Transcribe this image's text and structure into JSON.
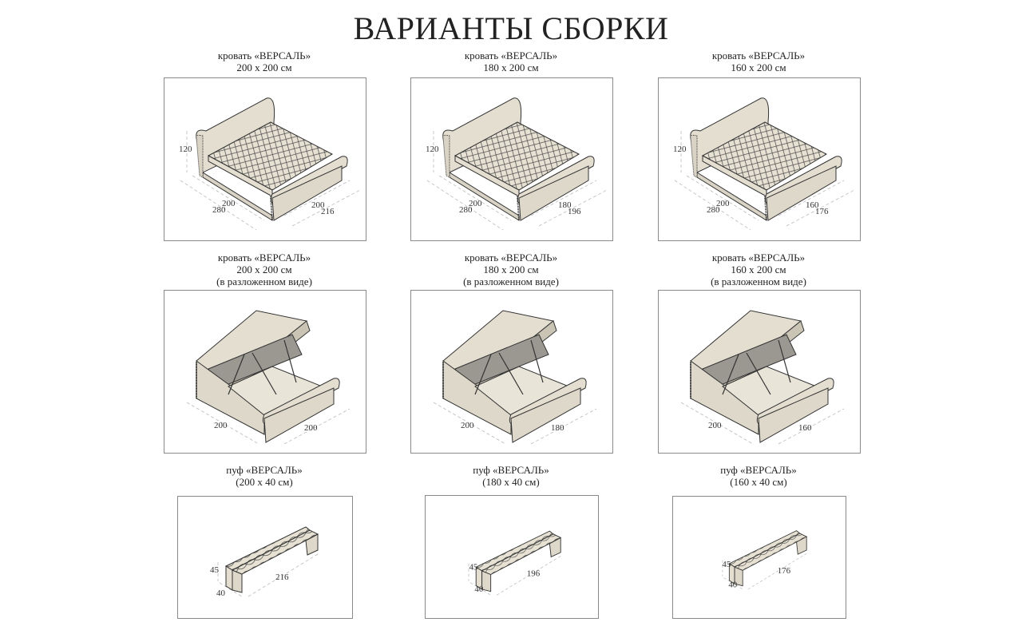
{
  "title": "ВАРИАНТЫ СБОРКИ",
  "beds": [
    {
      "name": "кровать «ВЕРСАЛЬ»",
      "size": "200 х 200 см",
      "height": "120",
      "length_inner": "200",
      "length_outer": "280",
      "width_inner": "200",
      "width_outer": "216"
    },
    {
      "name": "кровать «ВЕРСАЛЬ»",
      "size": "180 х 200 см",
      "height": "120",
      "length_inner": "200",
      "length_outer": "280",
      "width_inner": "180",
      "width_outer": "196"
    },
    {
      "name": "кровать «ВЕРСАЛЬ»",
      "size": "160 х 200 см",
      "height": "120",
      "length_inner": "200",
      "length_outer": "280",
      "width_inner": "160",
      "width_outer": "176"
    }
  ],
  "beds_open": [
    {
      "name": "кровать «ВЕРСАЛЬ»",
      "size": "200 х 200 см",
      "note": "(в разложенном виде)",
      "length": "200",
      "width": "200"
    },
    {
      "name": "кровать «ВЕРСАЛЬ»",
      "size": "180 х 200 см",
      "note": "(в разложенном виде)",
      "length": "200",
      "width": "180"
    },
    {
      "name": "кровать «ВЕРСАЛЬ»",
      "size": "160 х 200 см",
      "note": "(в разложенном виде)",
      "length": "200",
      "width": "160"
    }
  ],
  "poufs": [
    {
      "name": "пуф «ВЕРСАЛЬ»",
      "size": "(200 х 40 см)",
      "height": "45",
      "depth": "40",
      "length": "216"
    },
    {
      "name": "пуф «ВЕРСАЛЬ»",
      "size": "(180 х 40 см)",
      "height": "45",
      "depth": "40",
      "length": "196"
    },
    {
      "name": "пуф «ВЕРСАЛЬ»",
      "size": "(160 х 40 см)",
      "height": "45",
      "depth": "40",
      "length": "176"
    }
  ]
}
